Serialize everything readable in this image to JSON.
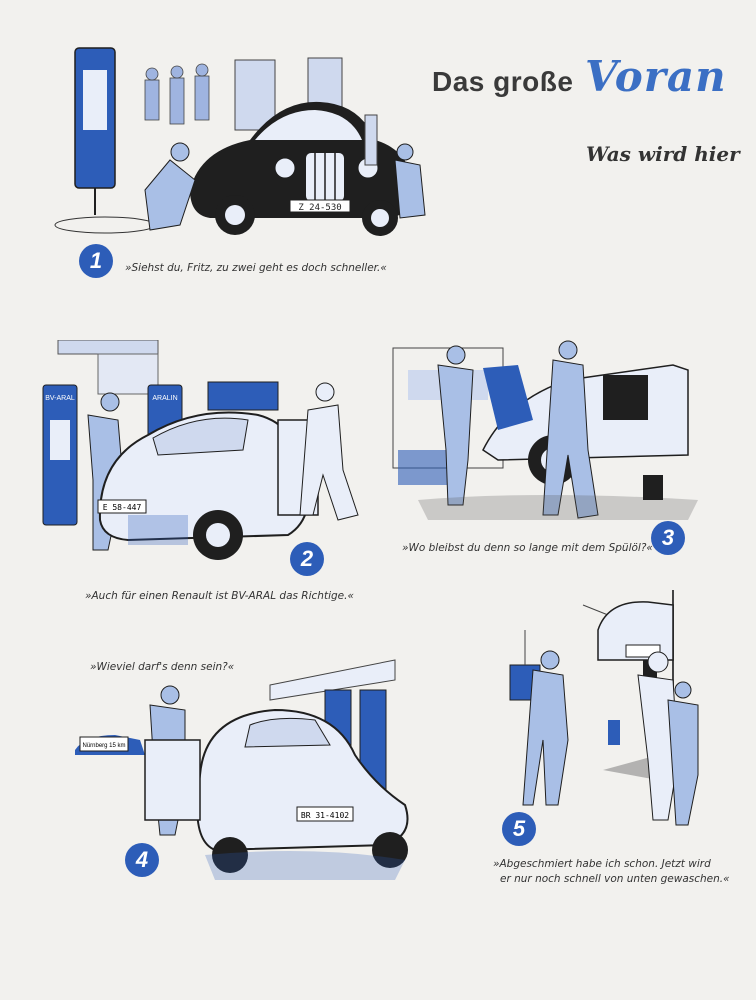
{
  "header": {
    "title_prefix": "Das große",
    "brand": "Voran",
    "subtitle": "Was wird hier"
  },
  "panels": [
    {
      "number": "1",
      "caption": "»Siehst du, Fritz, zu zwei geht es doch schneller.«",
      "plate": "Z 24-530"
    },
    {
      "number": "2",
      "caption": "»Auch für einen Renault ist BV-ARAL das Richtige.«",
      "plate": "E 58-447",
      "pump_label_1": "BV-ARAL",
      "pump_label_2": "ARALIN"
    },
    {
      "number": "3",
      "caption": "»Wo bleibst du denn so lange mit dem Spülöl?«"
    },
    {
      "number": "4",
      "caption": "»Wieviel darf's denn sein?«",
      "plate": "BR 31-4102",
      "sign": "Nürnberg 15 km"
    },
    {
      "number": "5",
      "caption_line1": "»Abgeschmiert habe ich schon. Jetzt wird",
      "caption_line2": "er nur noch schnell von unten gewaschen.«"
    }
  ],
  "colors": {
    "accent": "#2d5db8",
    "light_blue": "#a9bfe6",
    "ink": "#1f1f1f",
    "paper": "#f2f1ee"
  }
}
